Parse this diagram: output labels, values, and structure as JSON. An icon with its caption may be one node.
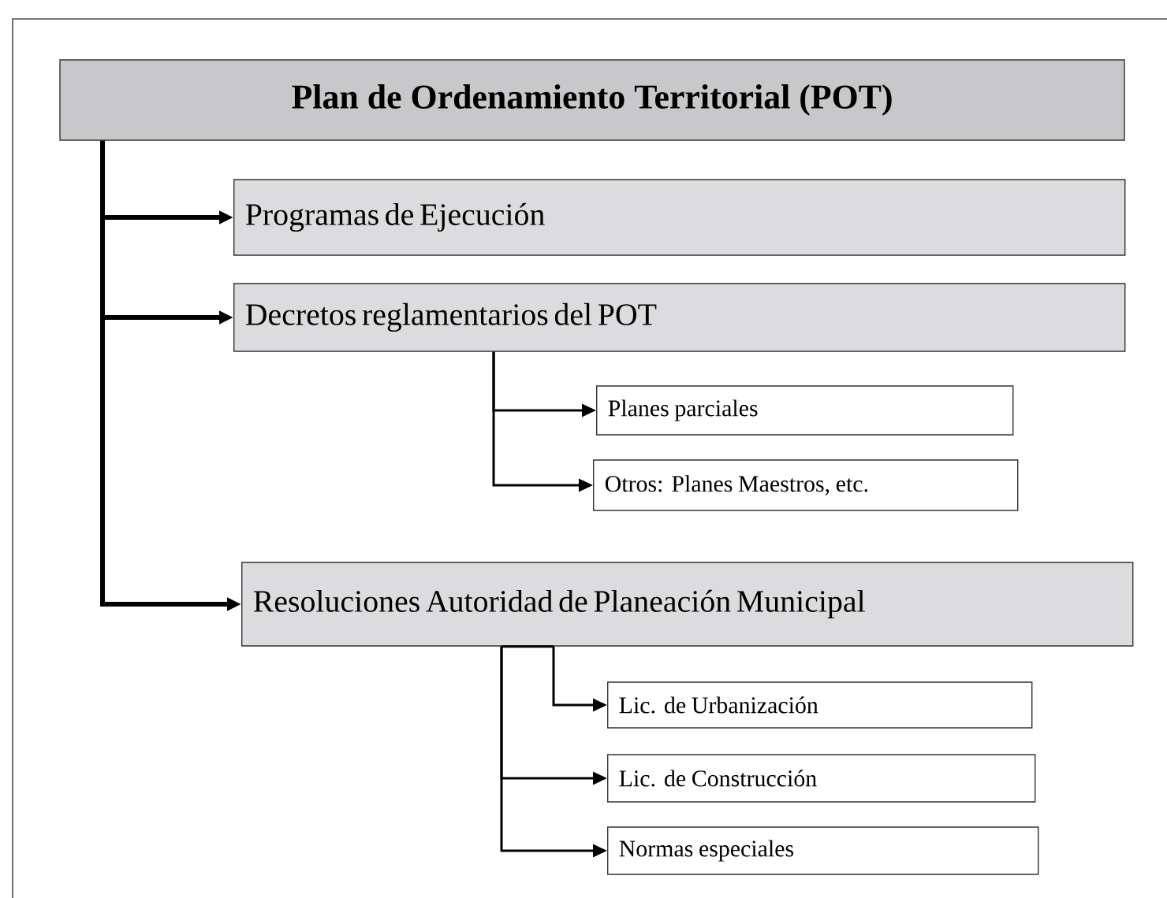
{
  "diagram": {
    "nodes": [
      {
        "text": [
          "Plan de Ordenamiento Territorial (POT)"
        ]
      },
      {
        "text": [
          "Programas de Ejecución"
        ]
      },
      {
        "text": [
          "Decretos reglamentarios del POT"
        ]
      },
      {
        "text": [
          "Planes parciales"
        ]
      },
      {
        "text": [
          "Otros: Planes Maestros, etc."
        ]
      },
      {
        "text": [
          "Resoluciones Autoridad de Planeación Municipal"
        ]
      },
      {
        "text": [
          "Lic. de Urbanización"
        ]
      },
      {
        "text": [
          "Lic. de Construcción"
        ]
      },
      {
        "text": [
          "Normas especiales"
        ]
      }
    ],
    "edges": [
      {
        "from": 0,
        "to": 1,
        "arrow": "to",
        "style": "thick"
      },
      {
        "from": 0,
        "to": 2,
        "arrow": "to",
        "style": "thick"
      },
      {
        "from": 0,
        "to": 5,
        "arrow": "to",
        "style": "thick"
      },
      {
        "from": 2,
        "to": 3,
        "arrow": "to"
      },
      {
        "from": 2,
        "to": 4,
        "arrow": "to"
      },
      {
        "from": 5,
        "to": 6,
        "arrow": "to"
      },
      {
        "from": 5,
        "to": 7,
        "arrow": "to"
      },
      {
        "from": 5,
        "to": 8,
        "arrow": "to"
      }
    ]
  }
}
